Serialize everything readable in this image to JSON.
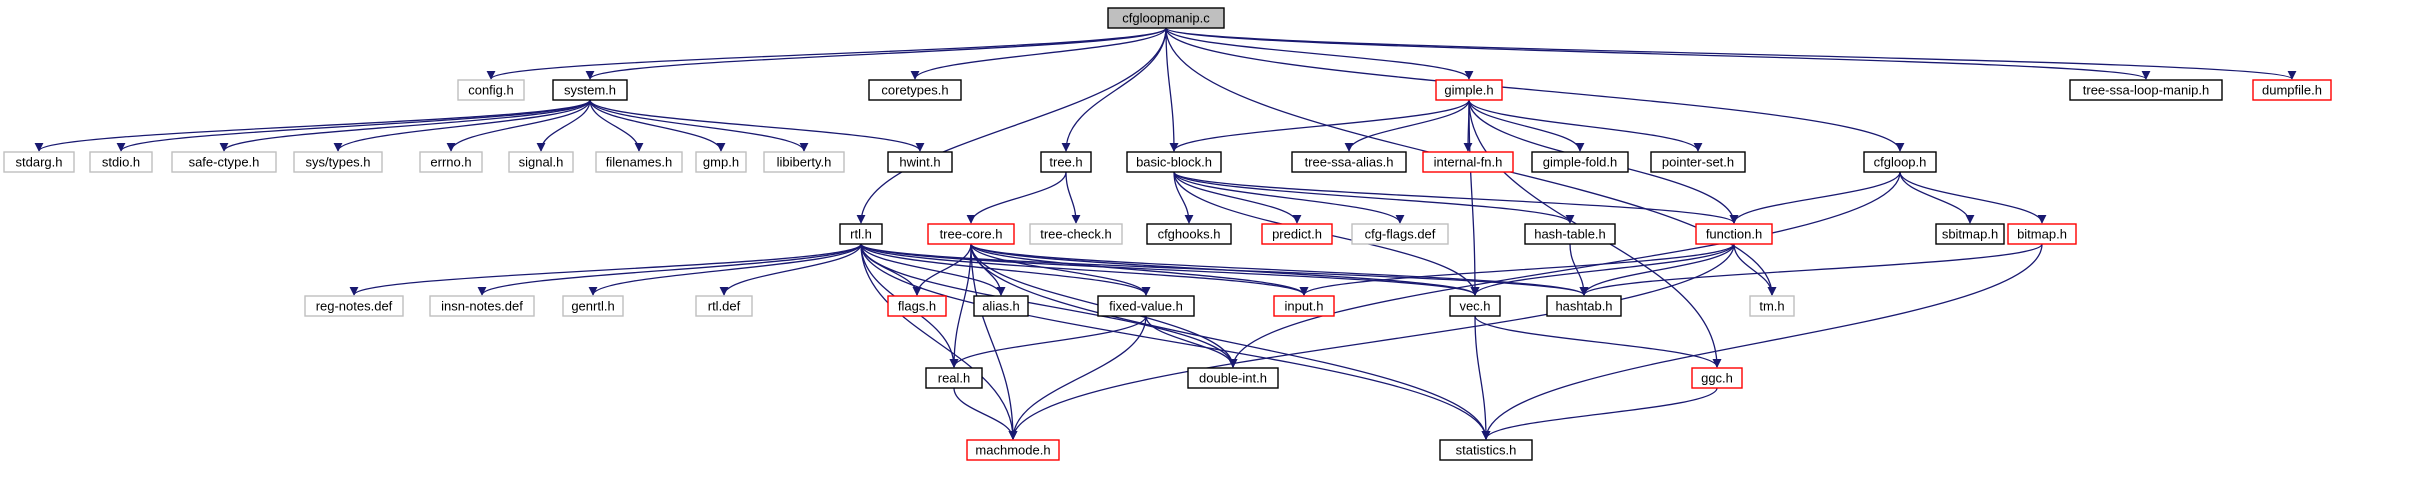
{
  "graph": {
    "root": "cfgloopmanip.c",
    "colors": {
      "edge": "#191970",
      "documented_border": "#000000",
      "truncated_border": "#ff0000",
      "undocumented_border": "#bfbfbf",
      "root_fill": "#bfbfbf"
    },
    "nodes": [
      {
        "id": "cfgloopmanip_c",
        "label": "cfgloopmanip.c",
        "kind": "root"
      },
      {
        "id": "config_h",
        "label": "config.h",
        "kind": "gray"
      },
      {
        "id": "system_h",
        "label": "system.h",
        "kind": "black"
      },
      {
        "id": "coretypes_h",
        "label": "coretypes.h",
        "kind": "black"
      },
      {
        "id": "gimple_h",
        "label": "gimple.h",
        "kind": "red"
      },
      {
        "id": "tree_ssa_loop_manip_h",
        "label": "tree-ssa-loop-manip.h",
        "kind": "black"
      },
      {
        "id": "dumpfile_h",
        "label": "dumpfile.h",
        "kind": "red"
      },
      {
        "id": "stdarg_h",
        "label": "stdarg.h",
        "kind": "gray"
      },
      {
        "id": "stdio_h",
        "label": "stdio.h",
        "kind": "gray"
      },
      {
        "id": "safe_ctype_h",
        "label": "safe-ctype.h",
        "kind": "gray"
      },
      {
        "id": "sys_types_h",
        "label": "sys/types.h",
        "kind": "gray"
      },
      {
        "id": "errno_h",
        "label": "errno.h",
        "kind": "gray"
      },
      {
        "id": "signal_h",
        "label": "signal.h",
        "kind": "gray"
      },
      {
        "id": "filenames_h",
        "label": "filenames.h",
        "kind": "gray"
      },
      {
        "id": "gmp_h",
        "label": "gmp.h",
        "kind": "gray"
      },
      {
        "id": "libiberty_h",
        "label": "libiberty.h",
        "kind": "gray"
      },
      {
        "id": "hwint_h",
        "label": "hwint.h",
        "kind": "black"
      },
      {
        "id": "tree_h",
        "label": "tree.h",
        "kind": "black"
      },
      {
        "id": "basic_block_h",
        "label": "basic-block.h",
        "kind": "black"
      },
      {
        "id": "tree_ssa_alias_h",
        "label": "tree-ssa-alias.h",
        "kind": "black"
      },
      {
        "id": "internal_fn_h",
        "label": "internal-fn.h",
        "kind": "red"
      },
      {
        "id": "gimple_fold_h",
        "label": "gimple-fold.h",
        "kind": "black"
      },
      {
        "id": "pointer_set_h",
        "label": "pointer-set.h",
        "kind": "black"
      },
      {
        "id": "cfgloop_h",
        "label": "cfgloop.h",
        "kind": "black"
      },
      {
        "id": "tree_core_h",
        "label": "tree-core.h",
        "kind": "red"
      },
      {
        "id": "tree_check_h",
        "label": "tree-check.h",
        "kind": "gray"
      },
      {
        "id": "cfghooks_h",
        "label": "cfghooks.h",
        "kind": "black"
      },
      {
        "id": "predict_h",
        "label": "predict.h",
        "kind": "red"
      },
      {
        "id": "cfg_flags_def",
        "label": "cfg-flags.def",
        "kind": "gray"
      },
      {
        "id": "hash_table_h",
        "label": "hash-table.h",
        "kind": "black"
      },
      {
        "id": "function_h",
        "label": "function.h",
        "kind": "red"
      },
      {
        "id": "sbitmap_h",
        "label": "sbitmap.h",
        "kind": "black"
      },
      {
        "id": "bitmap_h",
        "label": "bitmap.h",
        "kind": "red"
      },
      {
        "id": "rtl_h",
        "label": "rtl.h",
        "kind": "black"
      },
      {
        "id": "reg_notes_def",
        "label": "reg-notes.def",
        "kind": "gray"
      },
      {
        "id": "insn_notes_def",
        "label": "insn-notes.def",
        "kind": "gray"
      },
      {
        "id": "genrtl_h",
        "label": "genrtl.h",
        "kind": "gray"
      },
      {
        "id": "rtl_def",
        "label": "rtl.def",
        "kind": "gray"
      },
      {
        "id": "flags_h",
        "label": "flags.h",
        "kind": "red"
      },
      {
        "id": "alias_h",
        "label": "alias.h",
        "kind": "black"
      },
      {
        "id": "fixed_value_h",
        "label": "fixed-value.h",
        "kind": "black"
      },
      {
        "id": "input_h",
        "label": "input.h",
        "kind": "red"
      },
      {
        "id": "vec_h",
        "label": "vec.h",
        "kind": "black"
      },
      {
        "id": "hashtab_h",
        "label": "hashtab.h",
        "kind": "black"
      },
      {
        "id": "tm_h",
        "label": "tm.h",
        "kind": "gray"
      },
      {
        "id": "ggc_h",
        "label": "ggc.h",
        "kind": "red"
      },
      {
        "id": "double_int_h",
        "label": "double-int.h",
        "kind": "black"
      },
      {
        "id": "real_h",
        "label": "real.h",
        "kind": "black"
      },
      {
        "id": "machmode_h",
        "label": "machmode.h",
        "kind": "red"
      },
      {
        "id": "statistics_h",
        "label": "statistics.h",
        "kind": "black"
      }
    ],
    "edges": [
      [
        "cfgloopmanip_c",
        "config_h"
      ],
      [
        "cfgloopmanip_c",
        "system_h"
      ],
      [
        "cfgloopmanip_c",
        "coretypes_h"
      ],
      [
        "cfgloopmanip_c",
        "gimple_h"
      ],
      [
        "cfgloopmanip_c",
        "tree_ssa_loop_manip_h"
      ],
      [
        "cfgloopmanip_c",
        "dumpfile_h"
      ],
      [
        "cfgloopmanip_c",
        "tree_h"
      ],
      [
        "cfgloopmanip_c",
        "basic_block_h"
      ],
      [
        "cfgloopmanip_c",
        "rtl_h"
      ],
      [
        "cfgloopmanip_c",
        "cfgloop_h"
      ],
      [
        "cfgloopmanip_c",
        "tm_h"
      ],
      [
        "system_h",
        "stdarg_h"
      ],
      [
        "system_h",
        "stdio_h"
      ],
      [
        "system_h",
        "safe_ctype_h"
      ],
      [
        "system_h",
        "sys_types_h"
      ],
      [
        "system_h",
        "errno_h"
      ],
      [
        "system_h",
        "signal_h"
      ],
      [
        "system_h",
        "filenames_h"
      ],
      [
        "system_h",
        "gmp_h"
      ],
      [
        "system_h",
        "libiberty_h"
      ],
      [
        "system_h",
        "hwint_h"
      ],
      [
        "gimple_h",
        "basic_block_h"
      ],
      [
        "gimple_h",
        "tree_ssa_alias_h"
      ],
      [
        "gimple_h",
        "internal_fn_h"
      ],
      [
        "gimple_h",
        "gimple_fold_h"
      ],
      [
        "gimple_h",
        "pointer_set_h"
      ],
      [
        "gimple_h",
        "function_h"
      ],
      [
        "gimple_h",
        "vec_h"
      ],
      [
        "gimple_h",
        "ggc_h"
      ],
      [
        "tree_h",
        "tree_core_h"
      ],
      [
        "tree_h",
        "tree_check_h"
      ],
      [
        "basic_block_h",
        "cfghooks_h"
      ],
      [
        "basic_block_h",
        "predict_h"
      ],
      [
        "basic_block_h",
        "cfg_flags_def"
      ],
      [
        "basic_block_h",
        "hash_table_h"
      ],
      [
        "basic_block_h",
        "function_h"
      ],
      [
        "basic_block_h",
        "vec_h"
      ],
      [
        "cfgloop_h",
        "function_h"
      ],
      [
        "cfgloop_h",
        "sbitmap_h"
      ],
      [
        "cfgloop_h",
        "bitmap_h"
      ],
      [
        "cfgloop_h",
        "double_int_h"
      ],
      [
        "tree_core_h",
        "flags_h"
      ],
      [
        "tree_core_h",
        "alias_h"
      ],
      [
        "tree_core_h",
        "fixed_value_h"
      ],
      [
        "tree_core_h",
        "input_h"
      ],
      [
        "tree_core_h",
        "vec_h"
      ],
      [
        "tree_core_h",
        "hashtab_h"
      ],
      [
        "tree_core_h",
        "statistics_h"
      ],
      [
        "tree_core_h",
        "machmode_h"
      ],
      [
        "tree_core_h",
        "double_int_h"
      ],
      [
        "tree_core_h",
        "real_h"
      ],
      [
        "hash_table_h",
        "hashtab_h"
      ],
      [
        "function_h",
        "input_h"
      ],
      [
        "function_h",
        "vec_h"
      ],
      [
        "function_h",
        "hashtab_h"
      ],
      [
        "function_h",
        "tm_h"
      ],
      [
        "function_h",
        "machmode_h"
      ],
      [
        "bitmap_h",
        "hashtab_h"
      ],
      [
        "bitmap_h",
        "statistics_h"
      ],
      [
        "rtl_h",
        "reg_notes_def"
      ],
      [
        "rtl_h",
        "insn_notes_def"
      ],
      [
        "rtl_h",
        "genrtl_h"
      ],
      [
        "rtl_h",
        "rtl_def"
      ],
      [
        "rtl_h",
        "flags_h"
      ],
      [
        "rtl_h",
        "alias_h"
      ],
      [
        "rtl_h",
        "fixed_value_h"
      ],
      [
        "rtl_h",
        "input_h"
      ],
      [
        "rtl_h",
        "vec_h"
      ],
      [
        "rtl_h",
        "hashtab_h"
      ],
      [
        "rtl_h",
        "real_h"
      ],
      [
        "rtl_h",
        "machmode_h"
      ],
      [
        "rtl_h",
        "statistics_h"
      ],
      [
        "rtl_h",
        "double_int_h"
      ],
      [
        "fixed_value_h",
        "real_h"
      ],
      [
        "fixed_value_h",
        "double_int_h"
      ],
      [
        "fixed_value_h",
        "machmode_h"
      ],
      [
        "vec_h",
        "ggc_h"
      ],
      [
        "vec_h",
        "statistics_h"
      ],
      [
        "ggc_h",
        "statistics_h"
      ],
      [
        "real_h",
        "machmode_h"
      ]
    ]
  }
}
